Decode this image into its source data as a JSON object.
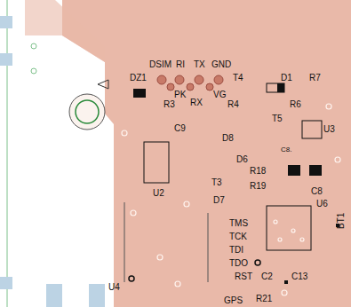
{
  "diagram": {
    "labels": [
      "DSIM",
      "RI",
      "TX",
      "GND",
      "DZ1",
      "D1",
      "R7",
      "PK",
      "VG",
      "T4",
      "R3",
      "R4",
      "RX",
      "R6",
      "C9",
      "T5",
      "U3",
      "D8",
      "C8.",
      "D6",
      "R18",
      "U2",
      "T3",
      "R19",
      "C8",
      "D7",
      "U6",
      "BT1",
      "TMS",
      "TCK",
      "TDI",
      "TDO",
      "RST",
      "C2",
      "C13",
      "U4",
      "R21",
      "GPS"
    ]
  }
}
